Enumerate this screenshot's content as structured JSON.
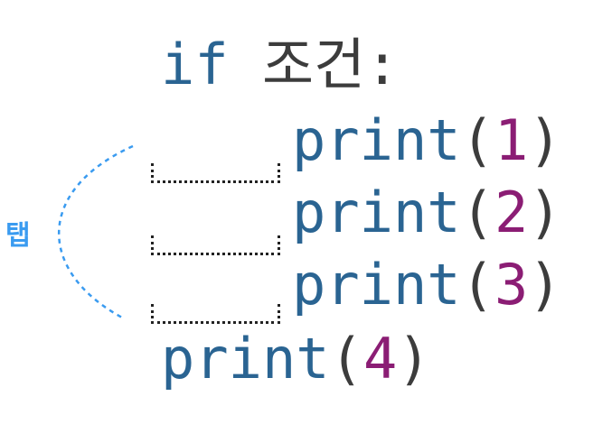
{
  "code": {
    "if_line": {
      "keyword": "if",
      "condition": "조건:"
    },
    "lines": [
      {
        "fn": "print",
        "open": "(",
        "arg": "1",
        "close": ")",
        "indented": true
      },
      {
        "fn": "print",
        "open": "(",
        "arg": "2",
        "close": ")",
        "indented": true
      },
      {
        "fn": "print",
        "open": "(",
        "arg": "3",
        "close": ")",
        "indented": true
      },
      {
        "fn": "print",
        "open": "(",
        "arg": "4",
        "close": ")",
        "indented": false
      }
    ]
  },
  "annotation": {
    "label": "탭",
    "color": "#3a9bf0"
  },
  "colors": {
    "keyword": "#2a6492",
    "number": "#8b1d74",
    "text": "#3c3c3c"
  }
}
